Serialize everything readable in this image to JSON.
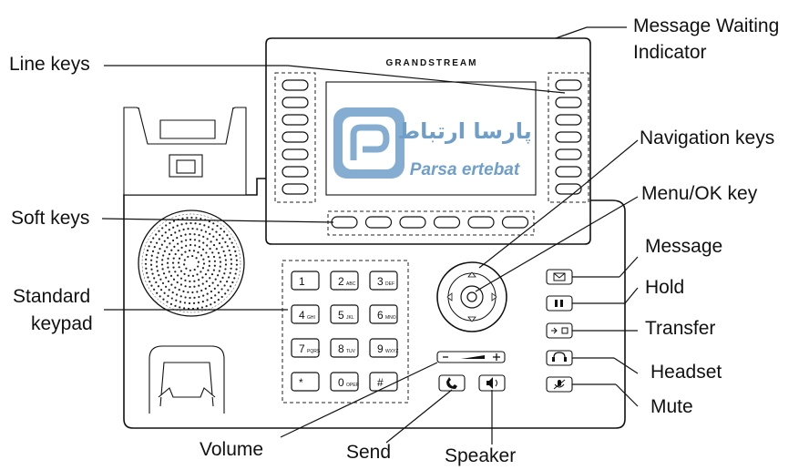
{
  "brand": "GRANDSTREAM",
  "watermark": {
    "latin": "Parsa ertebat",
    "persian": "پارسا ارتباط"
  },
  "callouts": {
    "line_keys": "Line keys",
    "soft_keys": "Soft keys",
    "standard_keypad_1": "Standard",
    "standard_keypad_2": "keypad",
    "mwi_1": "Message Waiting",
    "mwi_2": "Indicator",
    "navigation_keys": "Navigation keys",
    "menu_ok_key": "Menu/OK key",
    "message": "Message",
    "hold": "Hold",
    "transfer": "Transfer",
    "headset": "Headset",
    "mute": "Mute",
    "volume": "Volume",
    "send": "Send",
    "speaker": "Speaker"
  },
  "keypad": [
    {
      "digit": "1",
      "sub": ""
    },
    {
      "digit": "2",
      "sub": "ABC"
    },
    {
      "digit": "3",
      "sub": "DEF"
    },
    {
      "digit": "4",
      "sub": "GHI"
    },
    {
      "digit": "5",
      "sub": "JKL"
    },
    {
      "digit": "6",
      "sub": "MNO"
    },
    {
      "digit": "7",
      "sub": "PQRS"
    },
    {
      "digit": "8",
      "sub": "TUV"
    },
    {
      "digit": "9",
      "sub": "WXYZ"
    },
    {
      "digit": "*",
      "sub": ""
    },
    {
      "digit": "0",
      "sub": "OPER"
    },
    {
      "digit": "#",
      "sub": ""
    }
  ],
  "colors": {
    "watermark": "#6f9fc9",
    "ink": "#111111"
  }
}
